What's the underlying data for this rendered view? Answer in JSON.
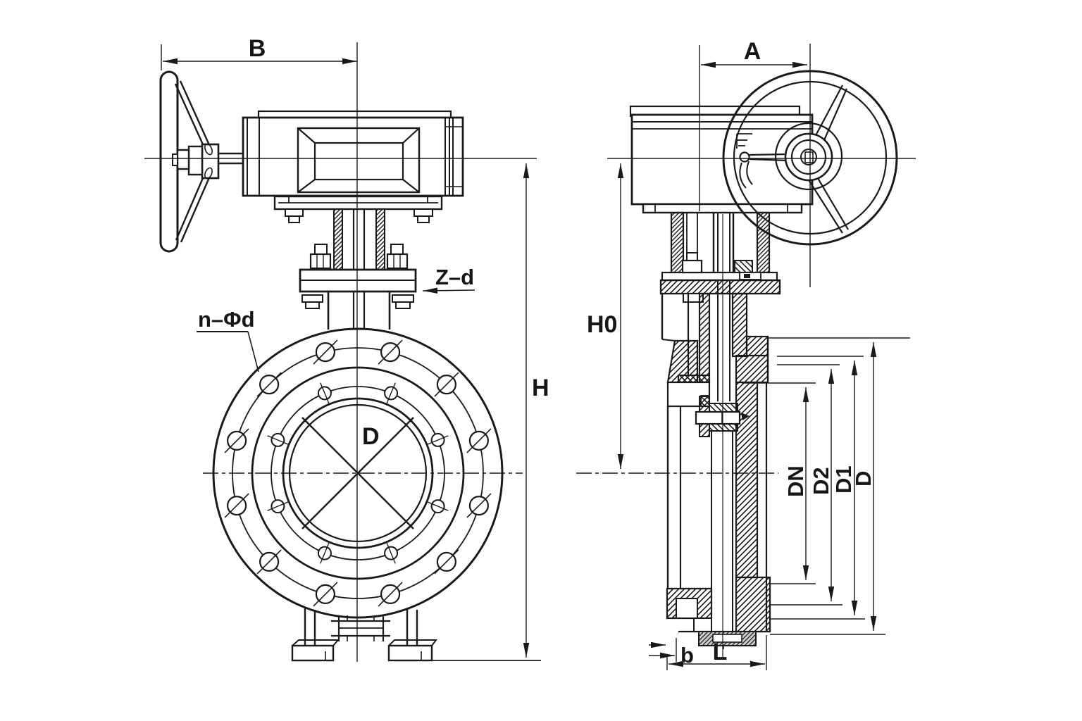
{
  "front_view": {
    "dimensions": {
      "width_B": "B",
      "height_H": "H",
      "top_flange_holes_Zd": "Z–d",
      "flange_bolt_holes_nd": "n–Φd",
      "bore_D": "D"
    }
  },
  "side_view": {
    "dimensions": {
      "handwheel_offset_A": "A",
      "centerline_height_H0": "H0",
      "nominal_bore_DN": "DN",
      "seal_face_D2": "D2",
      "bolt_circle_D1": "D1",
      "flange_od_D": "D",
      "flange_thickness_b": "b",
      "face_to_face_L": "L"
    }
  },
  "colors": {
    "line": "#1a1a1a",
    "background": "#ffffff",
    "cover_hatch_fill": "#cccccc"
  }
}
